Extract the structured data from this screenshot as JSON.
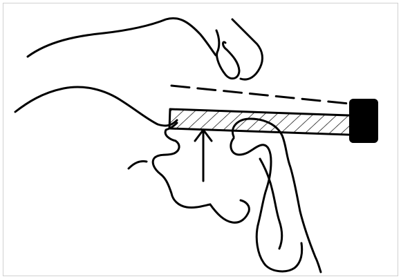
{
  "figure": {
    "components": [
      "upper-lip-contour",
      "tongue-tip",
      "tongue-dorsum-contour",
      "lower-lip-contour",
      "chin-contour",
      "tongue-depressor-spatula",
      "spatula-handle",
      "dashed-guideline",
      "upward-arrow",
      "epiglottis-contour",
      "hyoid-contour"
    ],
    "colors": {
      "frame": "#d0d0d0",
      "background": "#ffffff",
      "ink": "#000000",
      "hatch": "#000000",
      "handle": "#000000"
    }
  }
}
